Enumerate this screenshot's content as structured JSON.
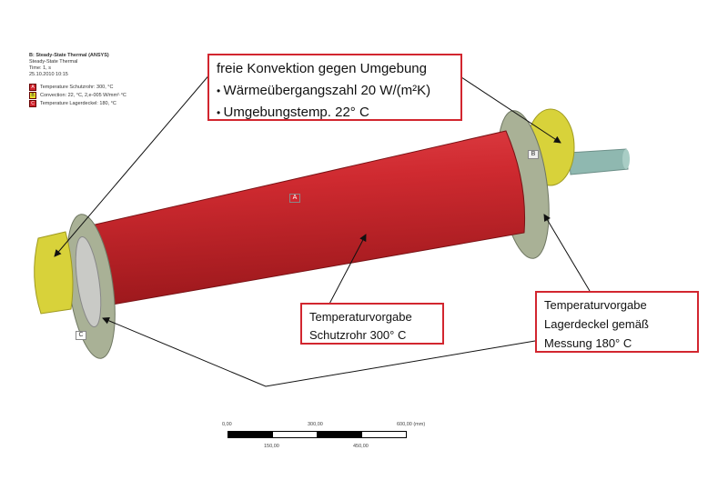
{
  "legend": {
    "title": "B: Steady-State Thermal (ANSYS)",
    "subtitle": "Steady-State Thermal",
    "time": "Time: 1, s",
    "date": "25.10.2010 10:15",
    "items": [
      {
        "letter": "A",
        "label": "Temperature Schutzrohr: 300, °C",
        "color": "#d2262f"
      },
      {
        "letter": "B",
        "label": "Convection: 22, °C, 2,e-005 W/mm²·°C",
        "color": "#e6e02a"
      },
      {
        "letter": "C",
        "label": "Temperature Lagerdeckel: 180, °C",
        "color": "#d2262f"
      }
    ]
  },
  "callouts": {
    "convection": {
      "title": "freie Konvektion gegen Umgebung",
      "bullet1": "Wärmeübergangszahl 20 W/(m²K)",
      "bullet2": "Umgebungstemp. 22° C"
    },
    "schutzrohr": {
      "line1": "Temperaturvorgabe",
      "line2": "Schutzrohr 300° C"
    },
    "lagerdeckel": {
      "line1": "Temperaturvorgabe",
      "line2": "Lagerdeckel gemäß",
      "line3": "Messung 180° C"
    }
  },
  "markers": {
    "a": "A",
    "b": "B",
    "c": "C"
  },
  "scale": {
    "t0": "0,00",
    "t300": "300,00",
    "t600": "600,00 (mm)",
    "t150": "150,00",
    "t450": "450,00"
  },
  "colors": {
    "pipe": "#c8252b",
    "flange": "#9aa58a",
    "cap": "#d8d23a",
    "shaft": "#8fb8b0",
    "callout_border": "#d2262f"
  }
}
